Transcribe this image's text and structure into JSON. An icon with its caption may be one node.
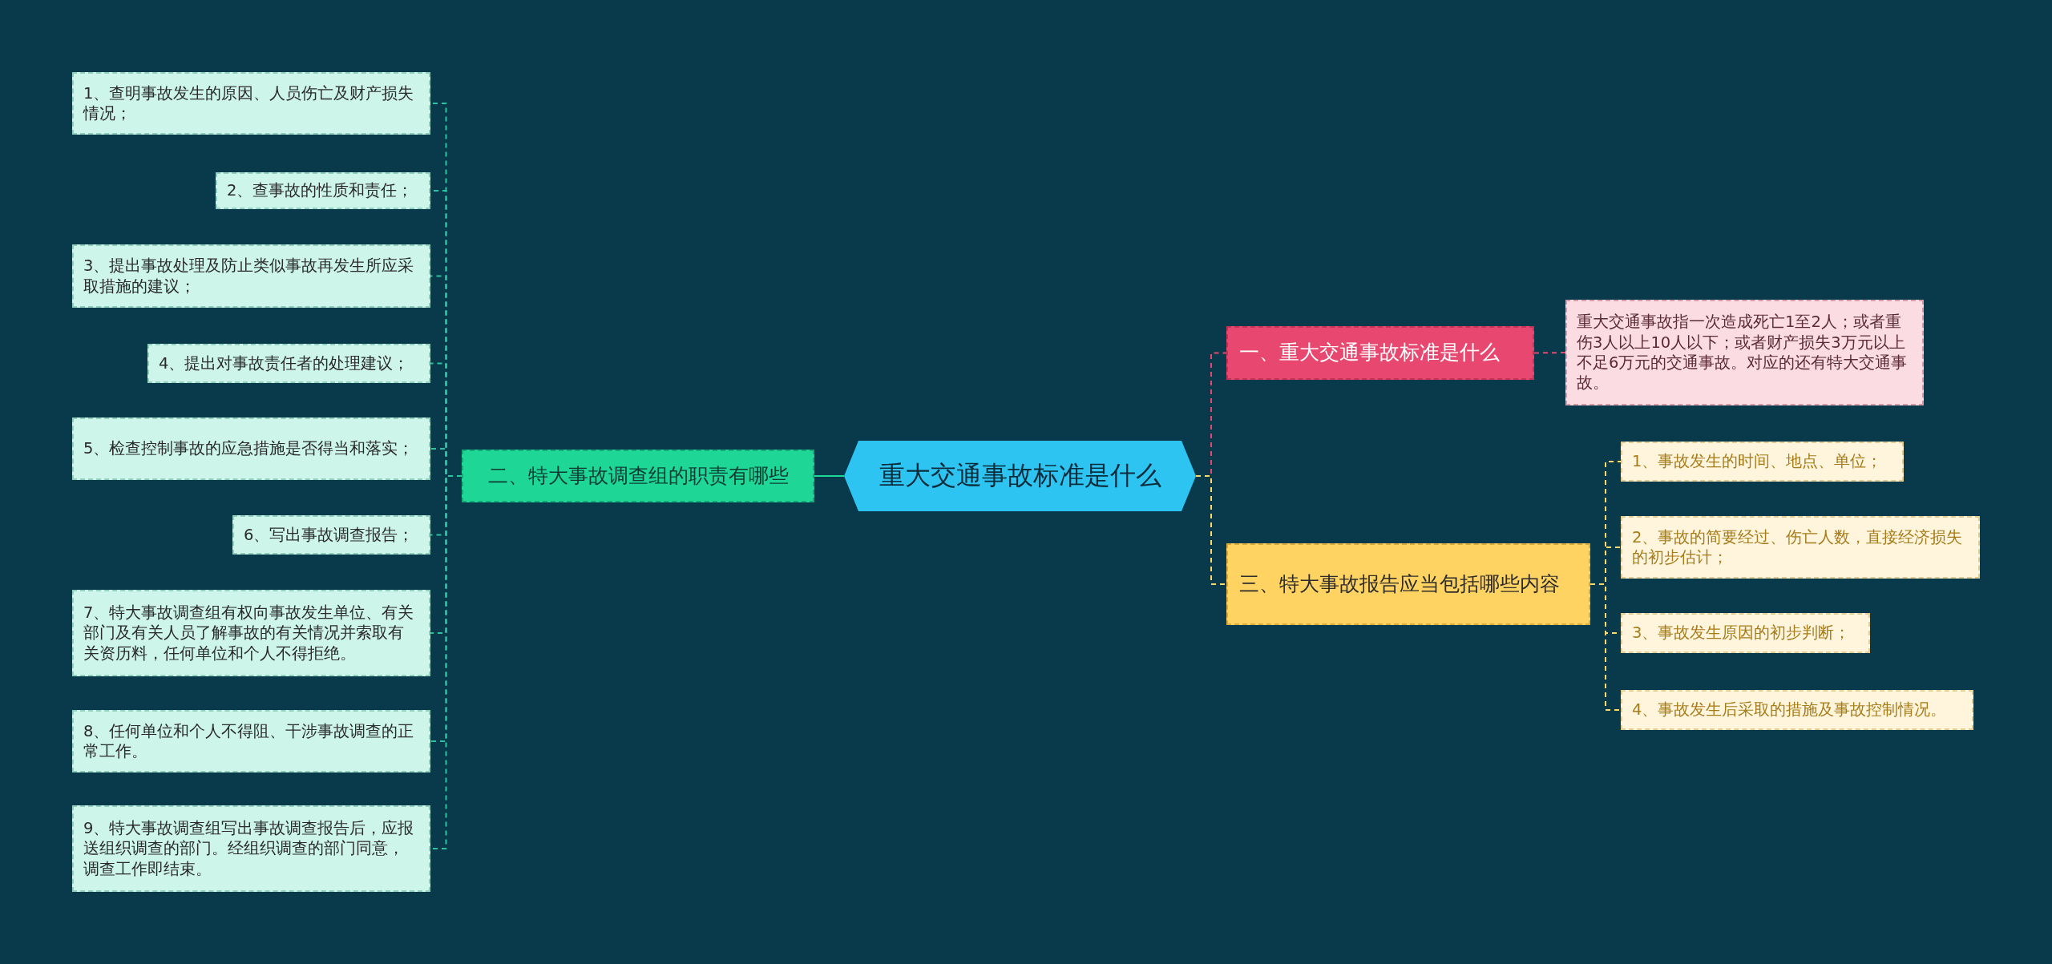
{
  "diagram": {
    "nodes": [
      {
        "text": [
          "重大交通事故标准是什么"
        ]
      },
      {
        "text": [
          "二、特大事故调查组的职责有哪些"
        ]
      },
      {
        "text": [
          "1、查明事故发生的原因、人员伤亡及财产损失情况；"
        ]
      },
      {
        "text": [
          "2、查事故的性质和责任；"
        ]
      },
      {
        "text": [
          "3、提出事故处理及防止类似事故再发生所应采取措施的建议；"
        ]
      },
      {
        "text": [
          "4、提出对事故责任者的处理建议；"
        ]
      },
      {
        "text": [
          "5、检查控制事故的应急措施是否得当和落实；"
        ]
      },
      {
        "text": [
          "6、写出事故调查报告；"
        ]
      },
      {
        "text": [
          "7、特大事故调查组有权向事故发生单位、有关部门及有关人员了解事故的有关情况并索取有关资历料，任何单位和个人不得拒绝。"
        ]
      },
      {
        "text": [
          "8、任何单位和个人不得阻、干涉事故调查的正常工作。"
        ]
      },
      {
        "text": [
          "9、特大事故调查组写出事故调查报告后，应报送组织调查的部门。经组织调查的部门同意，调查工作即结束。"
        ]
      },
      {
        "text": [
          "一、重大交通事故标准是什么"
        ]
      },
      {
        "text": [
          "重大交通事故指一次造成死亡1至2人；或者重伤3人以上10人以下；或者财产损失3万元以上不足6万元的交通事故。对应的还有特大交通事故。"
        ]
      },
      {
        "text": [
          "三、特大事故报告应当包括哪些内容"
        ]
      },
      {
        "text": [
          "1、事故发生的时间、地点、单位；"
        ]
      },
      {
        "text": [
          "2、事故的简要经过、伤亡人数，直接经济损失的初步估计；"
        ]
      },
      {
        "text": [
          "3、事故发生原因的初步判断；"
        ]
      },
      {
        "text": [
          "4、事故发生后采取的措施及事故控制情况。"
        ]
      }
    ],
    "edges": [
      {
        "from": 0,
        "to": 1,
        "arrow": "none",
        "color": "#1ed796"
      },
      {
        "from": 1,
        "to": 2,
        "arrow": "none",
        "style": "dashed",
        "color": "#2bc4a0"
      },
      {
        "from": 1,
        "to": 3,
        "arrow": "none",
        "style": "dashed",
        "color": "#2bc4a0"
      },
      {
        "from": 1,
        "to": 4,
        "arrow": "none",
        "style": "dashed",
        "color": "#2bc4a0"
      },
      {
        "from": 1,
        "to": 5,
        "arrow": "none",
        "style": "dashed",
        "color": "#2bc4a0"
      },
      {
        "from": 1,
        "to": 6,
        "arrow": "none",
        "style": "dashed",
        "color": "#2bc4a0"
      },
      {
        "from": 1,
        "to": 7,
        "arrow": "none",
        "style": "dashed",
        "color": "#2bc4a0"
      },
      {
        "from": 1,
        "to": 8,
        "arrow": "none",
        "style": "dashed",
        "color": "#2bc4a0"
      },
      {
        "from": 1,
        "to": 9,
        "arrow": "none",
        "style": "dashed",
        "color": "#2bc4a0"
      },
      {
        "from": 1,
        "to": 10,
        "arrow": "none",
        "style": "dashed",
        "color": "#2bc4a0"
      },
      {
        "from": 0,
        "to": 11,
        "arrow": "none",
        "style": "dashed",
        "color": "#e8476f"
      },
      {
        "from": 11,
        "to": 12,
        "arrow": "none",
        "style": "dashed",
        "color": "#e8476f"
      },
      {
        "from": 0,
        "to": 13,
        "arrow": "none",
        "style": "dashed",
        "color": "#ffd966"
      },
      {
        "from": 13,
        "to": 14,
        "arrow": "none",
        "style": "dashed",
        "color": "#ffd966"
      },
      {
        "from": 13,
        "to": 15,
        "arrow": "none",
        "style": "dashed",
        "color": "#ffd966"
      },
      {
        "from": 13,
        "to": 16,
        "arrow": "none",
        "style": "dashed",
        "color": "#ffd966"
      },
      {
        "from": 13,
        "to": 17,
        "arrow": "none",
        "style": "dashed",
        "color": "#ffd966"
      }
    ]
  }
}
